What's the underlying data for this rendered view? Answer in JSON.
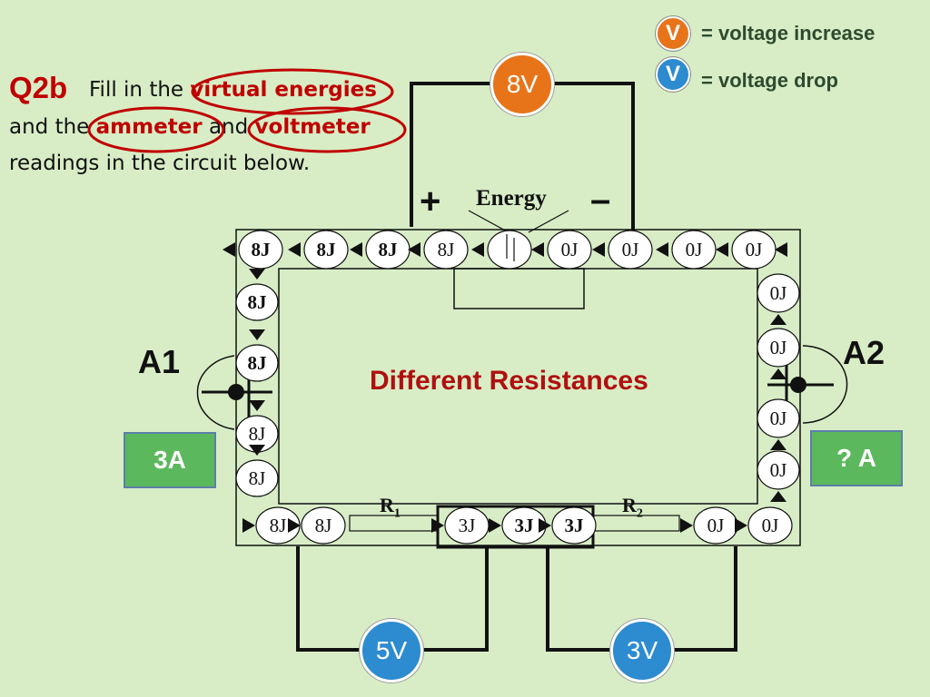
{
  "question": {
    "label": "Q2b",
    "line1_pre": "Fill in the",
    "line1_hl": "virtual energies",
    "line2_pre": "and the",
    "line2_hl1": "ammeter",
    "line2_mid": "and",
    "line2_hl2": "voltmeter",
    "line3": "readings in the circuit below."
  },
  "legend": {
    "increase": {
      "symbol": "V",
      "text": "= voltage increase",
      "color": "#e8741a"
    },
    "drop": {
      "symbol": "V",
      "text": "= voltage drop",
      "color": "#2d8bd0"
    }
  },
  "battery": {
    "energy_label": "Energy",
    "plus": "+",
    "minus": "–"
  },
  "voltmeters": {
    "battery": {
      "value": "8V",
      "color": "#e8741a"
    },
    "r1": {
      "value": "5V",
      "color": "#2d8bd0"
    },
    "r2": {
      "value": "3V",
      "color": "#2d8bd0"
    }
  },
  "ammeters": {
    "a1": {
      "label": "A1",
      "reading": "3A"
    },
    "a2": {
      "label": "A2",
      "reading": "?  A"
    }
  },
  "center_label": "Different Resistances",
  "resistors": {
    "r1": {
      "main": "R",
      "sub": "1"
    },
    "r2": {
      "main": "R",
      "sub": "2"
    }
  },
  "charges": {
    "top": [
      "8J",
      "8J",
      "8J",
      "8J",
      "",
      "0J",
      "0J",
      "0J",
      "0J"
    ],
    "left": [
      "8J",
      "8J",
      "8J",
      "8J"
    ],
    "right": [
      "0J",
      "0J",
      "0J",
      "0J"
    ],
    "bottom": [
      "8J",
      "8J",
      "3J",
      "3J",
      "3J",
      "0J",
      "0J"
    ]
  },
  "colors": {
    "background": "#d8edc6",
    "highlight": "#c00000",
    "reading_box": "#5cb85c"
  }
}
